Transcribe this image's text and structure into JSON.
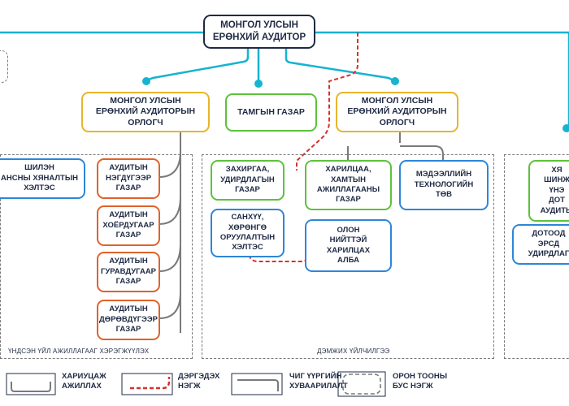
{
  "top": {
    "auditor_general": "МОНГОЛ УЛСЫН\nЕРӨНХИЙ АУДИТОР"
  },
  "level2": {
    "deputy_left": "МОНГОЛ УЛСЫН\nЕРӨНХИЙ АУДИТОРЫН\nОРЛОГЧ",
    "secretariat": "ТАМГЫН ГАЗАР",
    "deputy_right": "МОНГОЛ УЛСЫН\nЕРӨНХИЙ АУДИТОРЫН\nОРЛОГЧ"
  },
  "core": {
    "specialist_audit": "ШИЛЭН\nАНСНЫ ХЯНАЛТЫН\nХЭЛТЭС",
    "audit_depts": [
      "АУДИТЫН\nНЭГДҮГЭЭР\nГАЗАР",
      "АУДИТЫН\nХОЁРДУГААР\nГАЗАР",
      "АУДИТЫН\nГУРАВДУГААР\nГАЗАР",
      "АУДИТЫН\nДӨРӨВДҮГЭЭР\nГАЗАР"
    ],
    "region_label": "ҮНДСЭН ҮЙЛ АЖИЛЛАГААГ ХЭРЭГЖҮҮЛЭХ"
  },
  "support": {
    "admin": "ЗАХИРГАА,\nУДИРДЛАГЫН\nГАЗАР",
    "finance": "САНХҮҮ,\nХӨРӨНГӨ\nОРУУЛАЛТЫН\nХЭЛТЭС",
    "cooperation": "ХАРИЛЦАА,\nХАМТЫН\nАЖИЛЛАГААНЫ\nГАЗАР",
    "it_center": "МЭДЭЭЛЛИЙН\nТЕХНОЛОГИЙН\nТӨВ",
    "public_relations": "ОЛОН\nНИЙТТЭЙ\nХАРИЛЦАХ\nАЛБА",
    "region_label": "ДЭМЖИХ ҮЙЛЧИЛГЭЭ"
  },
  "right_edge": {
    "box1": "ХЯ\nШИНЖ\nҮНЭ\nДОТ\nАУДИТЫ",
    "box2": "ДОТООД\nЭРСД\nУДИРДЛАГ"
  },
  "legend": {
    "reporting": "ХАРИУЦАЖ\nАЖИЛЛАХ",
    "subordinate": "ДЭРГЭДЭХ\nНЭГЖ",
    "direct_assignment": "ЧИГ ҮҮРГИЙН\nХУВААРИЛАЛТ",
    "non_staff": "ОРОН ТООНЫ\nБУС НЭГЖ"
  },
  "colors": {
    "navy": "#1f2a44",
    "cyan": "#17b3cf",
    "yellow": "#e6b52b",
    "green": "#5cc23a",
    "orange": "#e0622a",
    "blue": "#2d86d8",
    "red_dash": "#d9312b",
    "gray": "#7a7a7a"
  }
}
